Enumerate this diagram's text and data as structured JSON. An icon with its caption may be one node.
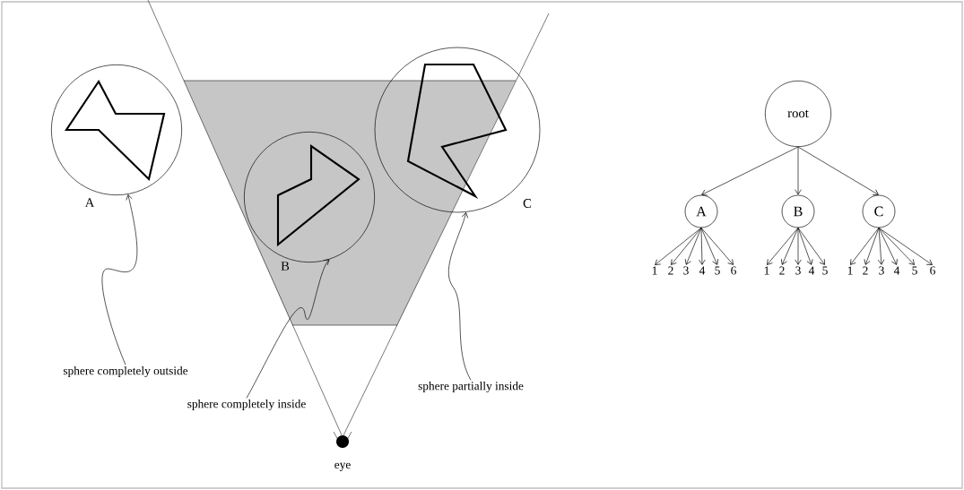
{
  "diagram": {
    "nodes": [
      {
        "text": [],
        "shape": "circle",
        "beside": [
          "A"
        ]
      },
      {
        "text": [],
        "shape": "circle",
        "beside": [
          "B"
        ]
      },
      {
        "text": [],
        "shape": "circle",
        "beside": [
          "C"
        ]
      },
      {
        "text": [
          "sphere completely outside"
        ]
      },
      {
        "text": [
          "sphere completely inside"
        ]
      },
      {
        "text": [
          "sphere partially inside"
        ]
      },
      {
        "text": [
          "root"
        ]
      },
      {
        "text": [
          "A"
        ]
      },
      {
        "text": [
          "B"
        ]
      },
      {
        "text": [
          "C"
        ]
      },
      {
        "text": [
          "1"
        ]
      },
      {
        "text": [
          "2"
        ]
      },
      {
        "text": [
          "3"
        ]
      },
      {
        "text": [
          "4"
        ]
      },
      {
        "text": [
          "5"
        ]
      },
      {
        "text": [
          "6"
        ]
      },
      {
        "text": [
          "1"
        ]
      },
      {
        "text": [
          "2"
        ]
      },
      {
        "text": [
          "3"
        ]
      },
      {
        "text": [
          "4"
        ]
      },
      {
        "text": [
          "5"
        ]
      },
      {
        "text": [
          "1"
        ]
      },
      {
        "text": [
          "2"
        ]
      },
      {
        "text": [
          "3"
        ]
      },
      {
        "text": [
          "4"
        ]
      },
      {
        "text": [
          "5"
        ]
      },
      {
        "text": [
          "6"
        ]
      }
    ],
    "edges": [
      {
        "from": 3,
        "to": 0,
        "arrow": "to"
      },
      {
        "from": 4,
        "to": 1,
        "arrow": "to"
      },
      {
        "from": 5,
        "to": 2,
        "arrow": "to"
      },
      {
        "from": 6,
        "to": 7,
        "arrow": "to"
      },
      {
        "from": 6,
        "to": 8,
        "arrow": "to"
      },
      {
        "from": 6,
        "to": 9,
        "arrow": "to"
      },
      {
        "from": 7,
        "to": 10,
        "arrow": "to"
      },
      {
        "from": 7,
        "to": 11,
        "arrow": "to"
      },
      {
        "from": 7,
        "to": 12,
        "arrow": "to"
      },
      {
        "from": 7,
        "to": 13,
        "arrow": "to"
      },
      {
        "from": 7,
        "to": 14,
        "arrow": "to"
      },
      {
        "from": 7,
        "to": 15,
        "arrow": "to"
      },
      {
        "from": 8,
        "to": 16,
        "arrow": "to"
      },
      {
        "from": 8,
        "to": 17,
        "arrow": "to"
      },
      {
        "from": 8,
        "to": 18,
        "arrow": "to"
      },
      {
        "from": 8,
        "to": 19,
        "arrow": "to"
      },
      {
        "from": 8,
        "to": 20,
        "arrow": "to"
      },
      {
        "from": 9,
        "to": 21,
        "arrow": "to"
      },
      {
        "from": 9,
        "to": 22,
        "arrow": "to"
      },
      {
        "from": 9,
        "to": 23,
        "arrow": "to"
      },
      {
        "from": 9,
        "to": 24,
        "arrow": "to"
      },
      {
        "from": 9,
        "to": 25,
        "arrow": "to"
      },
      {
        "from": 9,
        "to": 26,
        "arrow": "to"
      }
    ],
    "labels": [
      "eye"
    ]
  }
}
